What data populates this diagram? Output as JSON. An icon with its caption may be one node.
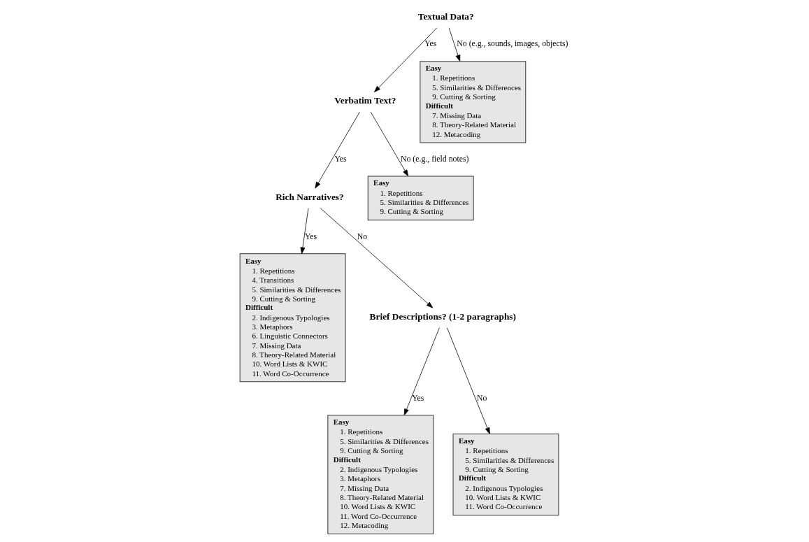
{
  "diagram": {
    "nodes": [
      {
        "text": [
          "Textual Data?"
        ]
      },
      {
        "text": [
          "Verbatim Text?"
        ]
      },
      {
        "text": [
          "Easy",
          "1. Repetitions",
          "5. Similarities & Differences",
          "9. Cutting & Sorting",
          "Difficult",
          "7. Missing Data",
          "8. Theory-Related Material",
          "12. Metacoding"
        ]
      },
      {
        "text": [
          "Rich Narratives?"
        ]
      },
      {
        "text": [
          "Easy",
          "1. Repetitions",
          "5. Similarities & Differences",
          "9. Cutting & Sorting"
        ]
      },
      {
        "text": [
          "Easy",
          "1. Repetitions",
          "4. Transitions",
          "5. Similarities & Differences",
          "9. Cutting & Sorting",
          "Difficult",
          "2. Indigenous Typologies",
          "3. Metaphors",
          "6. Linguistic Connectors",
          "7. Missing Data",
          "8. Theory-Related Material",
          "10. Word Lists & KWIC",
          "11. Word Co-Occurrence"
        ]
      },
      {
        "text": [
          "Brief Descriptions? (1-2 paragraphs)"
        ]
      },
      {
        "text": [
          "Easy",
          "1. Repetitions",
          "5. Similarities & Differences",
          "9. Cutting & Sorting",
          "Difficult",
          "2. Indigenous Typologies",
          "3. Metaphors",
          "7. Missing Data",
          "8. Theory-Related Material",
          "10. Word Lists & KWIC",
          "11. Word Co-Occurrence",
          "12. Metacoding"
        ]
      },
      {
        "text": [
          "Easy",
          "1. Repetitions",
          "5. Similarities & Differences",
          "9. Cutting & Sorting",
          "Difficult",
          "2. Indigenous Typologies",
          "10. Word Lists & KWIC",
          "11. Word Co-Occurrence"
        ]
      }
    ],
    "edges": [
      {
        "from": 0,
        "to": 1,
        "arrow": "to",
        "label": "Yes"
      },
      {
        "from": 0,
        "to": 2,
        "arrow": "to",
        "label": "No (e.g., sounds, images, objects)"
      },
      {
        "from": 1,
        "to": 3,
        "arrow": "to",
        "label": "Yes"
      },
      {
        "from": 1,
        "to": 4,
        "arrow": "to",
        "label": "No (e.g., field notes)"
      },
      {
        "from": 3,
        "to": 5,
        "arrow": "to",
        "label": "Yes"
      },
      {
        "from": 3,
        "to": 6,
        "arrow": "to",
        "label": "No"
      },
      {
        "from": 6,
        "to": 7,
        "arrow": "to",
        "label": "Yes"
      },
      {
        "from": 6,
        "to": 8,
        "arrow": "to",
        "label": "No"
      }
    ]
  }
}
